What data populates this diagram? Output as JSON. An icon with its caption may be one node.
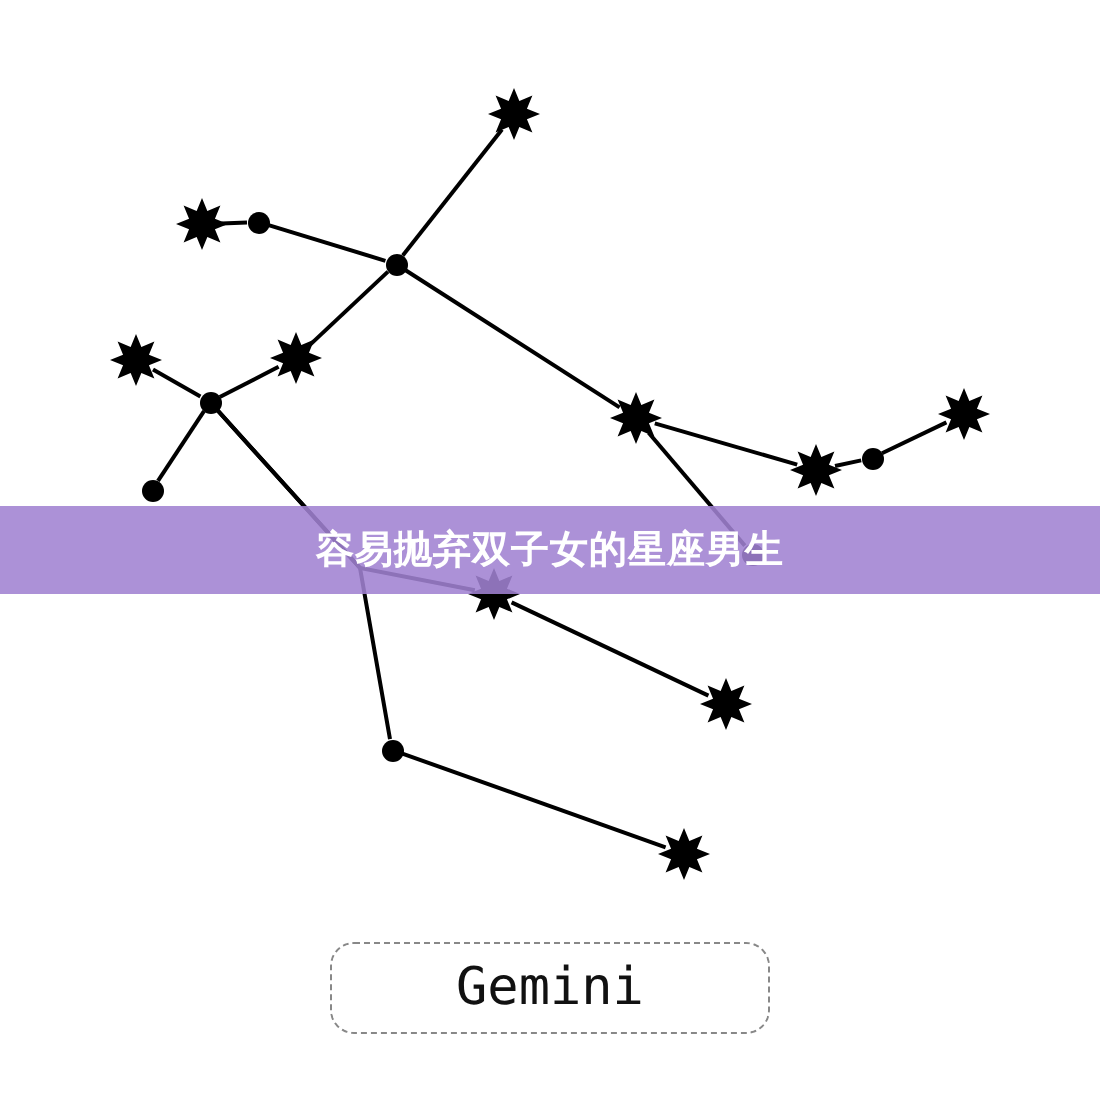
{
  "diagram": {
    "title": "容易抛弃双子女的星座男生",
    "nodes": [
      {
        "text": [],
        "shape": "star"
      },
      {
        "text": [],
        "shape": "star"
      },
      {
        "text": [],
        "shape": "circle"
      },
      {
        "text": [],
        "shape": "circle"
      },
      {
        "text": [],
        "shape": "star"
      },
      {
        "text": [],
        "shape": "star"
      },
      {
        "text": [],
        "shape": "circle"
      },
      {
        "text": [],
        "shape": "circle"
      },
      {
        "text": [],
        "shape": "star"
      },
      {
        "text": [],
        "shape": "star"
      },
      {
        "text": [],
        "shape": "circle"
      },
      {
        "text": [],
        "shape": "star"
      },
      {
        "text": [],
        "shape": "circle"
      },
      {
        "text": [],
        "shape": "star"
      },
      {
        "text": [],
        "shape": "star"
      },
      {
        "text": [],
        "shape": "circle"
      },
      {
        "text": [],
        "shape": "star"
      },
      {
        "text": [
          "Gemini"
        ]
      }
    ],
    "edges": [
      {
        "from": 0,
        "to": 3,
        "arrow": "none"
      },
      {
        "from": 1,
        "to": 2,
        "arrow": "none"
      },
      {
        "from": 2,
        "to": 3,
        "arrow": "none"
      },
      {
        "from": 3,
        "to": 5,
        "arrow": "none"
      },
      {
        "from": 3,
        "to": 8,
        "arrow": "none"
      },
      {
        "from": 5,
        "to": 6,
        "arrow": "none"
      },
      {
        "from": 4,
        "to": 6,
        "arrow": "none"
      },
      {
        "from": 6,
        "to": 7,
        "arrow": "none"
      },
      {
        "from": 6,
        "to": 13,
        "arrow": "none"
      },
      {
        "from": 6,
        "to": 15,
        "arrow": "none"
      },
      {
        "from": 8,
        "to": 9,
        "arrow": "none"
      },
      {
        "from": 9,
        "to": 10,
        "arrow": "none"
      },
      {
        "from": 10,
        "to": 11,
        "arrow": "none"
      },
      {
        "from": 8,
        "to": 12,
        "arrow": "none"
      },
      {
        "from": 13,
        "to": 14,
        "arrow": "none"
      },
      {
        "from": 15,
        "to": 16,
        "arrow": "none"
      }
    ]
  }
}
